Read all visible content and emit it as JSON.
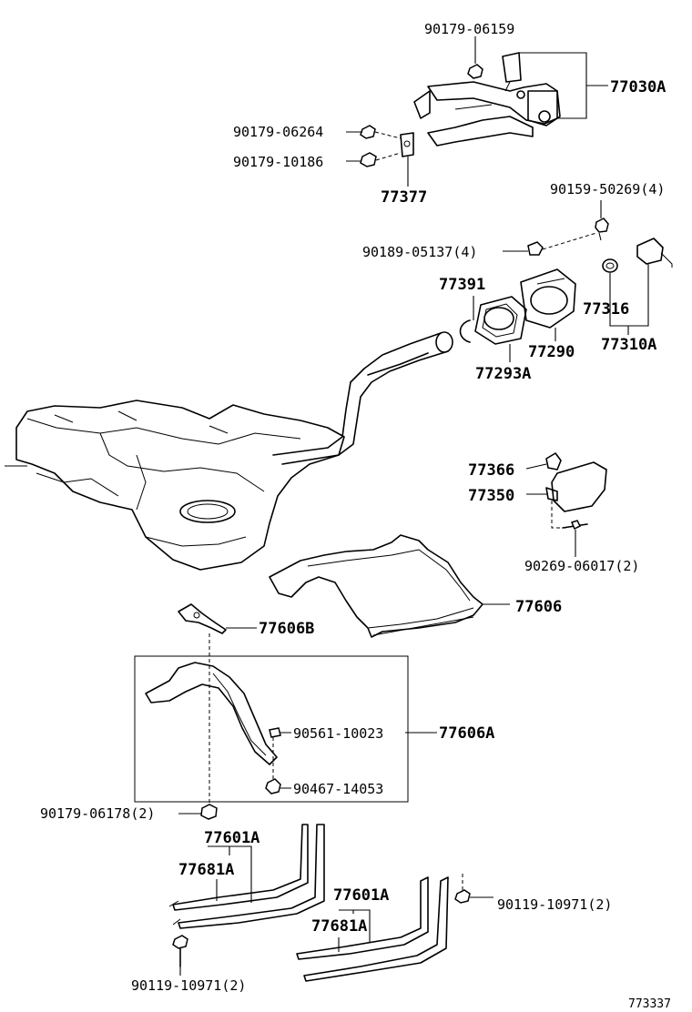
{
  "labels": {
    "p90179_06159": "90179-06159",
    "p77030A": "77030A",
    "p90179_06264": "90179-06264",
    "p90179_10186": "90179-10186",
    "p77377": "77377",
    "p90159_50269": "90159-50269(4)",
    "p90189_05137": "90189-05137(4)",
    "p77391": "77391",
    "p77316": "77316",
    "p77290": "77290",
    "p77310A": "77310A",
    "p77293A": "77293A",
    "p77366": "77366",
    "p77350": "77350",
    "p90269_06017": "90269-06017(2)",
    "p77606": "77606",
    "p77606B": "77606B",
    "p90561_10023": "90561-10023",
    "p77606A": "77606A",
    "p90467_14053": "90467-14053",
    "p90179_06178": "90179-06178(2)",
    "p77601A_1": "77601A",
    "p77681A_1": "77681A",
    "p77601A_2": "77601A",
    "p77681A_2": "77681A",
    "p90119_10971_1": "90119-10971(2)",
    "p90119_10971_2": "90119-10971(2)",
    "diagram_code": "773337"
  }
}
